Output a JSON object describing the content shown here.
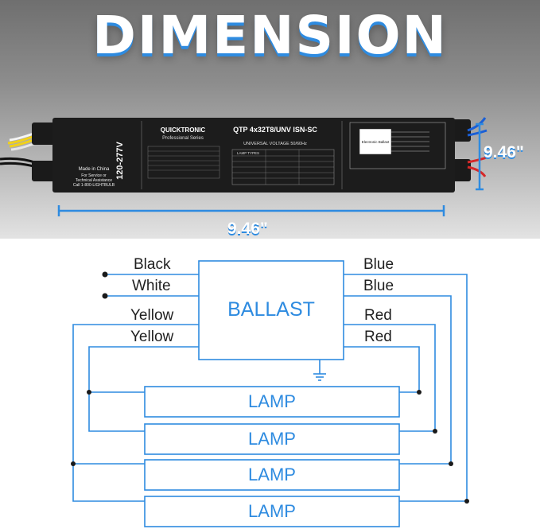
{
  "header": {
    "title": "DIMENSION"
  },
  "product": {
    "brand": "QUICKTRONIC",
    "series": "Professional Series",
    "voltage": "120-277V",
    "model": "QTP 4x32T8/UNV ISN-SC",
    "origin": "Made in China",
    "service_line1": "For Service or",
    "service_line2": "Technical Assistance",
    "service_line3": "Call 1-800-LIGHTBULB",
    "voltage_band": "UNIVERSAL VOLTAGE 50/60Hz",
    "table_header": "LAMP TYPES",
    "ballast_box": "Electronic Ballast"
  },
  "dimensions": {
    "height": "9.46\"",
    "length": "9.46\""
  },
  "wiring": {
    "ballast_label": "BALLAST",
    "lamp_label": "LAMP",
    "left_wires": [
      "Black",
      "White",
      "Yellow",
      "Yellow"
    ],
    "right_wires": [
      "Blue",
      "Blue",
      "Red",
      "Red"
    ],
    "lamps": [
      "LAMP",
      "LAMP",
      "LAMP",
      "LAMP"
    ]
  },
  "colors": {
    "diagram_blue": "#2e8be0",
    "wire_blue": "#1a5fd6",
    "wire_red": "#d62828",
    "wire_yellow": "#f1d11a",
    "ballast_body": "#1c1c1c"
  }
}
